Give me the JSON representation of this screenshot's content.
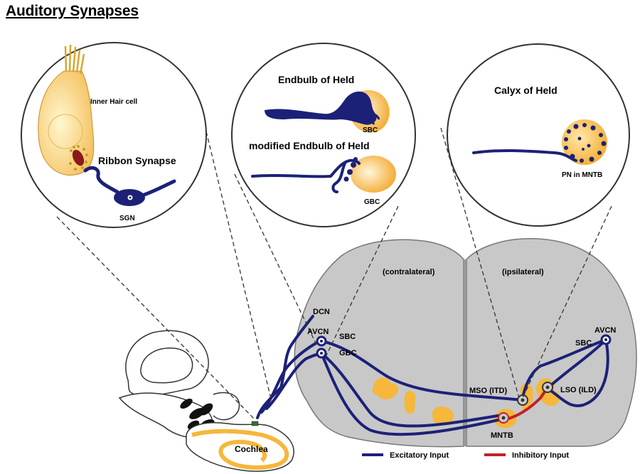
{
  "title": "Auditory Synapses",
  "colors": {
    "excitatory": "#1c2177",
    "inhibitory": "#c0212b",
    "nucleus": "#f6b73c",
    "brainstem": "#c8c8c8",
    "outline": "#777777"
  },
  "circle_left": {
    "cell_label": "Inner Hair cell",
    "synapse_label": "Ribbon Synapse",
    "neuron_label": "SGN"
  },
  "circle_middle": {
    "top_title": "Endbulb of Held",
    "top_cell": "SBC",
    "bottom_title": "modified Endbulb of Held",
    "bottom_cell": "GBC"
  },
  "circle_right": {
    "title": "Calyx of Held",
    "cell_label": "PN in MNTB"
  },
  "brainstem": {
    "contralateral": "(contralateral)",
    "ipsilateral": "(ipsilateral)",
    "dcn": "DCN",
    "avcn_left": "AVCN",
    "sbc_left": "SBC",
    "gbc_left": "GBC",
    "mso": "MSO (ITD)",
    "lso": "LSO (ILD)",
    "mntb": "MNTB",
    "avcn_right": "AVCN",
    "sbc_right": "SBC"
  },
  "cochlea_label": "Cochlea",
  "legend": {
    "excitatory": "Excitatory Input",
    "inhibitory": "Inhibitory Input"
  }
}
